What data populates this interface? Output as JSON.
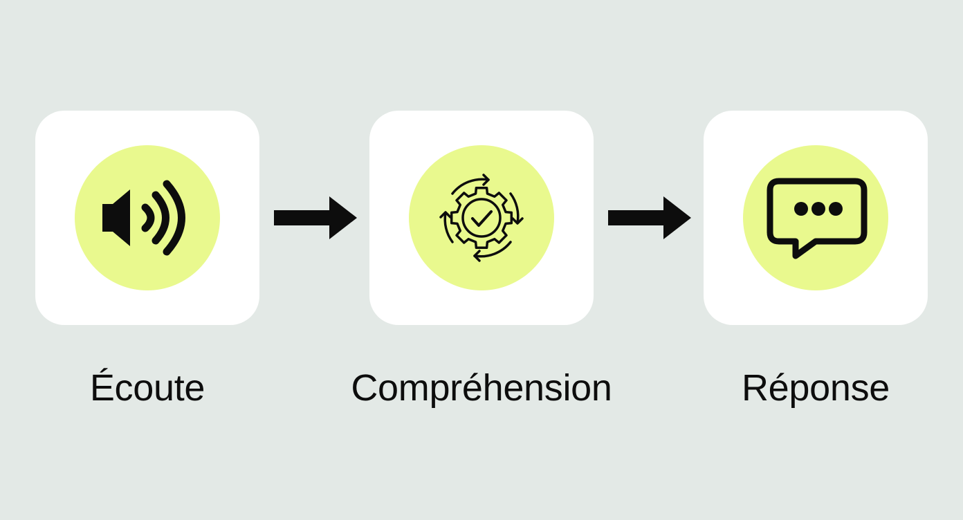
{
  "colors": {
    "background": "#e3e9e6",
    "card": "#ffffff",
    "accent": "#e9f98e",
    "ink": "#0d0d0d"
  },
  "steps": [
    {
      "label": "Écoute",
      "icon": "speaker-icon"
    },
    {
      "label": "Compréhension",
      "icon": "gear-check-icon"
    },
    {
      "label": "Réponse",
      "icon": "chat-bubble-icon"
    }
  ],
  "connectors": [
    {
      "icon": "arrow-right-icon"
    },
    {
      "icon": "arrow-right-icon"
    }
  ]
}
